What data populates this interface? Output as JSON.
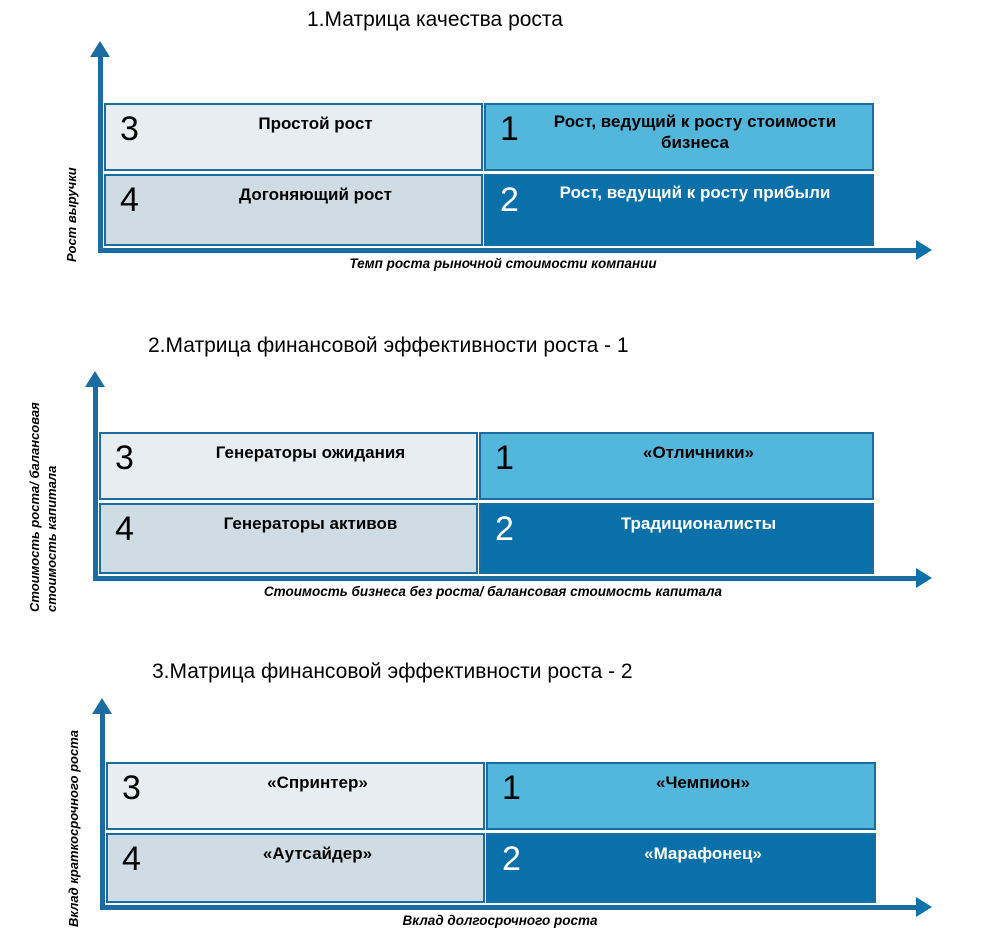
{
  "page": {
    "background_color": "#ffffff",
    "accent_dark": "#0A70AA",
    "accent_light": "#53B7DC",
    "axis_color": "#1B6CA0",
    "cell3_color": "#E7EDF1",
    "cell4_color": "#CFDCE4"
  },
  "matrices": [
    {
      "title": "1.Матрица качества роста",
      "y_axis_label": "Рост выручки",
      "x_axis_label": "Темп роста рыночной стоимости компании",
      "cells": [
        {
          "number": "3",
          "label": "Простой рост",
          "quadrant": "top-left"
        },
        {
          "number": "1",
          "label": "Рост, ведущий к росту стоимости бизнеса",
          "quadrant": "top-right"
        },
        {
          "number": "4",
          "label": "Догоняющий рост",
          "quadrant": "bottom-left"
        },
        {
          "number": "2",
          "label": "Рост, ведущий к росту прибыли",
          "quadrant": "bottom-right"
        }
      ]
    },
    {
      "title": "2.Матрица финансовой эффективности роста - 1",
      "y_axis_label": "Стоимость роста/ балансовая стоимость капитала",
      "x_axis_label": "Стоимость бизнеса без роста/ балансовая стоимость капитала",
      "cells": [
        {
          "number": "3",
          "label": "Генераторы ожидания",
          "quadrant": "top-left"
        },
        {
          "number": "1",
          "label": "«Отличники»",
          "quadrant": "top-right"
        },
        {
          "number": "4",
          "label": "Генераторы активов",
          "quadrant": "bottom-left"
        },
        {
          "number": "2",
          "label": "Традиционалисты",
          "quadrant": "bottom-right"
        }
      ]
    },
    {
      "title": "3.Матрица финансовой эффективности роста - 2",
      "y_axis_label": "Вклад краткосрочного роста",
      "x_axis_label": "Вклад долгосрочного роста",
      "cells": [
        {
          "number": "3",
          "label": "«Спринтер»",
          "quadrant": "top-left"
        },
        {
          "number": "1",
          "label": "«Чемпион»",
          "quadrant": "top-right"
        },
        {
          "number": "4",
          "label": "«Аутсайдер»",
          "quadrant": "bottom-left"
        },
        {
          "number": "2",
          "label": "«Марафонец»",
          "quadrant": "bottom-right"
        }
      ]
    }
  ]
}
